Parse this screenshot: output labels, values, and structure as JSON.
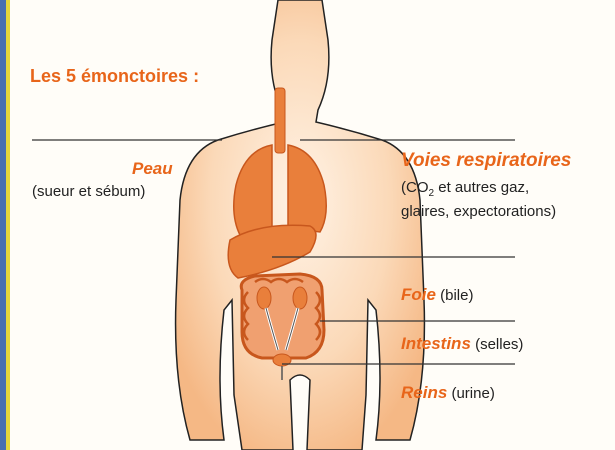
{
  "title": "Les 5 émonctoires :",
  "labels": {
    "peau": {
      "name": "Peau",
      "detail": "(sueur et sébum)"
    },
    "voies": {
      "name": "Voies respiratoires",
      "detail_line1_a": "(CO",
      "detail_line1_sub": "2",
      "detail_line1_b": " et autres gaz,",
      "detail_line2": "glaires, expectorations)"
    },
    "foie": {
      "name": "Foie",
      "detail": " (bile)"
    },
    "intestins": {
      "name": "Intestins",
      "detail": " (selles)"
    },
    "reins": {
      "name": "Reins",
      "detail": " (urine)"
    }
  },
  "colors": {
    "accent": "#e8651a",
    "body": "#f9c79c",
    "organ": "#e97f3b",
    "organ_dark": "#c8571d",
    "frame": "#4a6fb0"
  }
}
